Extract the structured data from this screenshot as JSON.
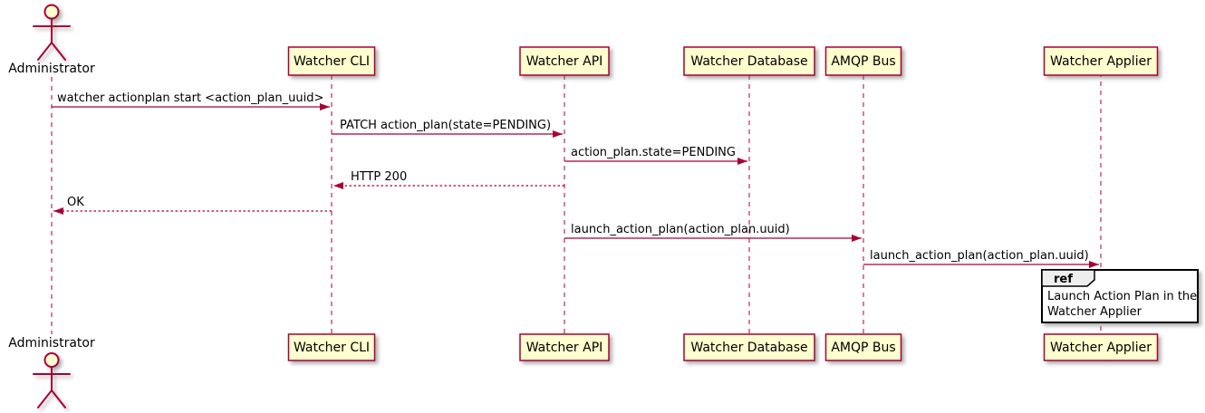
{
  "diagram_type": "uml-sequence",
  "actor": {
    "name": "Administrator"
  },
  "participants": [
    {
      "label": "Watcher CLI"
    },
    {
      "label": "Watcher API"
    },
    {
      "label": "Watcher Database"
    },
    {
      "label": "AMQP Bus"
    },
    {
      "label": "Watcher Applier"
    }
  ],
  "messages": [
    {
      "from": "Administrator",
      "to": "Watcher CLI",
      "text": "watcher actionplan start <action_plan_uuid>",
      "line": "solid"
    },
    {
      "from": "Watcher CLI",
      "to": "Watcher API",
      "text": "PATCH action_plan(state=PENDING)",
      "line": "solid"
    },
    {
      "from": "Watcher API",
      "to": "Watcher Database",
      "text": "action_plan.state=PENDING",
      "line": "solid"
    },
    {
      "from": "Watcher API",
      "to": "Watcher CLI",
      "text": "HTTP 200",
      "line": "dashed"
    },
    {
      "from": "Watcher CLI",
      "to": "Administrator",
      "text": "OK",
      "line": "dashed"
    },
    {
      "from": "Watcher API",
      "to": "AMQP Bus",
      "text": "launch_action_plan(action_plan.uuid)",
      "line": "solid"
    },
    {
      "from": "AMQP Bus",
      "to": "Watcher Applier",
      "text": "launch_action_plan(action_plan.uuid)",
      "line": "solid"
    }
  ],
  "ref": {
    "keyword": "ref",
    "lines": [
      "Launch Action Plan in the",
      "Watcher Applier"
    ]
  },
  "colors": {
    "participant_fill": "#FEFECE",
    "border": "#A80036",
    "arrow": "#A80036",
    "text": "#000000",
    "ref_fill": "#FFFFFF",
    "ref_header_fill": "#EEEEEE",
    "ref_border": "#000000",
    "background": "#FFFFFF"
  }
}
